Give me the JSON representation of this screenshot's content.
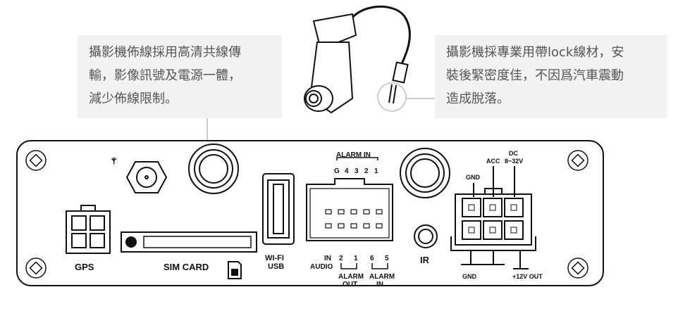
{
  "callouts": {
    "left": "攝影機佈線採用高清共線傳\n輸，影像訊號及電源一體，\n減少佈線限制。",
    "right": "攝影機採專業用帶lock線材，安\n裝後緊密度佳，不因爲汽車震動\n造成脫落。"
  },
  "panel": {
    "gps": "GPS",
    "sim_card": "SIM CARD",
    "wifi": "WI-FI",
    "usb": "USB",
    "alarm_in_top": "ALARM IN",
    "pins_top": [
      "G",
      "4",
      "3",
      "2",
      "1"
    ],
    "ir": "IR",
    "audio_in": "IN",
    "audio": "AUDIO",
    "pin_2": "2",
    "pin_1": "1",
    "pin_6": "6",
    "pin_5": "5",
    "alarm_out_1": "ALARM",
    "alarm_out_2": "OUT",
    "alarm_in_1": "ALARM",
    "alarm_in_2": "IN",
    "gnd_top": "GND",
    "acc": "ACC",
    "dc_1": "DC",
    "dc_2": "8~32V",
    "gnd_bottom": "GND",
    "v12_out": "+12V OUT"
  },
  "colors": {
    "callout_bg": "#f2f2f2",
    "callout_text": "#555555",
    "line": "#cccccc",
    "ink": "#111111"
  }
}
